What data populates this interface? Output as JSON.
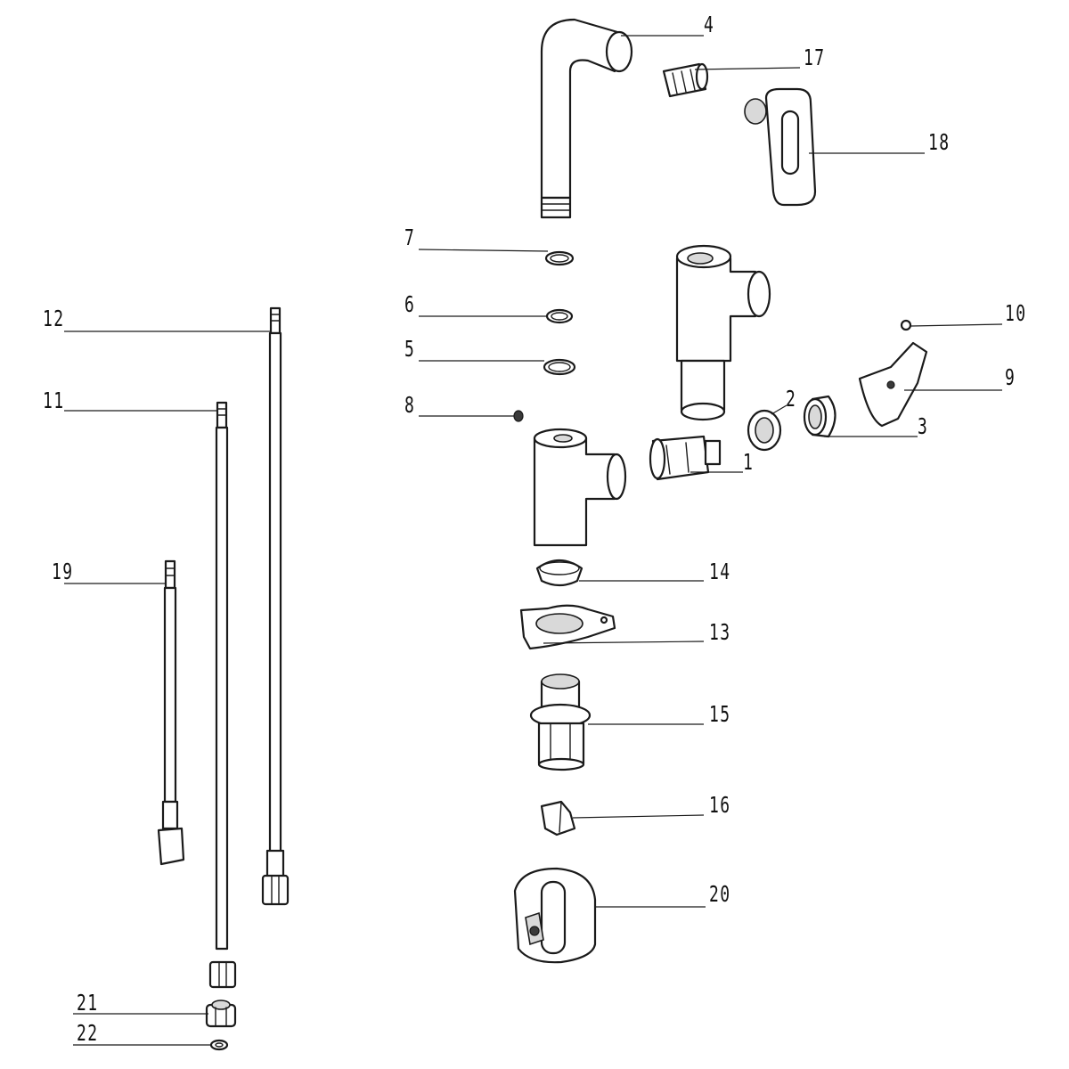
{
  "diagram": {
    "callouts": [
      {
        "id": "4",
        "text": "4"
      },
      {
        "id": "17",
        "text": "17"
      },
      {
        "id": "18",
        "text": "18"
      },
      {
        "id": "7",
        "text": "7"
      },
      {
        "id": "6",
        "text": "6"
      },
      {
        "id": "5",
        "text": "5"
      },
      {
        "id": "8",
        "text": "8"
      },
      {
        "id": "12",
        "text": "12"
      },
      {
        "id": "11",
        "text": "11"
      },
      {
        "id": "10",
        "text": "10"
      },
      {
        "id": "9",
        "text": "9"
      },
      {
        "id": "2",
        "text": "2"
      },
      {
        "id": "3",
        "text": "3"
      },
      {
        "id": "1",
        "text": "1"
      },
      {
        "id": "19",
        "text": "19"
      },
      {
        "id": "14",
        "text": "14"
      },
      {
        "id": "13",
        "text": "13"
      },
      {
        "id": "15",
        "text": "15"
      },
      {
        "id": "16",
        "text": "16"
      },
      {
        "id": "20",
        "text": "20"
      },
      {
        "id": "21",
        "text": "21"
      },
      {
        "id": "22",
        "text": "22"
      }
    ]
  }
}
